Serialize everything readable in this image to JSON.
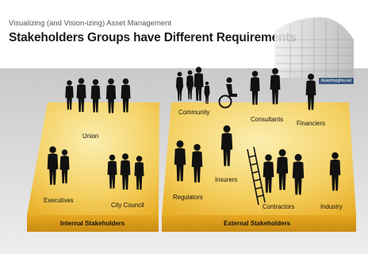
{
  "header": {
    "subtitle": "Visualizing (and Vision-izing) Asset Management",
    "title": "Stakeholders Groups have Different Requirements"
  },
  "badge": {
    "text": "AssetInsights.net"
  },
  "internal": {
    "platform_label": "Internal Stakeholders",
    "groups": {
      "union": "Union",
      "executives": "Executives",
      "city_council": "City Council"
    }
  },
  "external": {
    "platform_label": "External Stakeholders",
    "groups": {
      "community": "Community",
      "consultants": "Consultants",
      "financiers": "Financiers",
      "regulators": "Regulators",
      "insurers": "Insurers",
      "contractors": "Contractors",
      "industry": "Industry"
    }
  },
  "colors": {
    "platform_light": "#f9e79c",
    "platform_dark": "#eeb82a",
    "platform_edge": "#d79a14",
    "silhouette": "#111111"
  }
}
